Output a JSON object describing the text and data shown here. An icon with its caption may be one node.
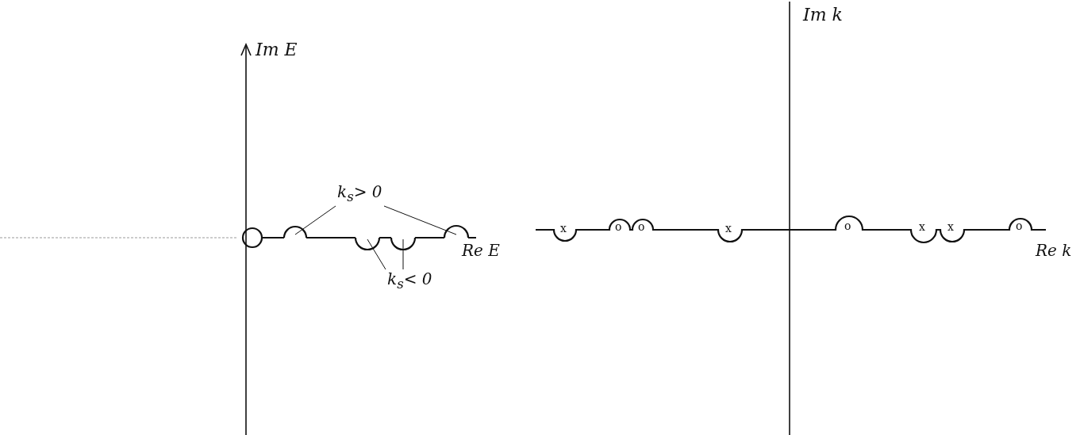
{
  "diagram": {
    "nodes": [
      {
        "text": [
          "k$_{s}$> 0"
        ]
      },
      {
        "text": [
          "k$_{s}$< 0"
        ]
      },
      {
        "text": [],
        "shape": "arc"
      },
      {
        "text": [],
        "shape": "arc"
      },
      {
        "text": [],
        "shape": "arc"
      },
      {
        "text": [],
        "shape": "arc"
      }
    ],
    "edges": [
      {
        "from": 0,
        "to": 2,
        "arrow": "none"
      },
      {
        "from": 0,
        "to": 3,
        "arrow": "none"
      },
      {
        "from": 1,
        "to": 4,
        "arrow": "none"
      },
      {
        "from": 1,
        "to": 5,
        "arrow": "none"
      }
    ],
    "labels": [
      "Im k",
      "Im E",
      "Re E",
      "x",
      "o",
      "o",
      "x",
      "o",
      "x",
      "x",
      "o",
      "Re k"
    ]
  }
}
